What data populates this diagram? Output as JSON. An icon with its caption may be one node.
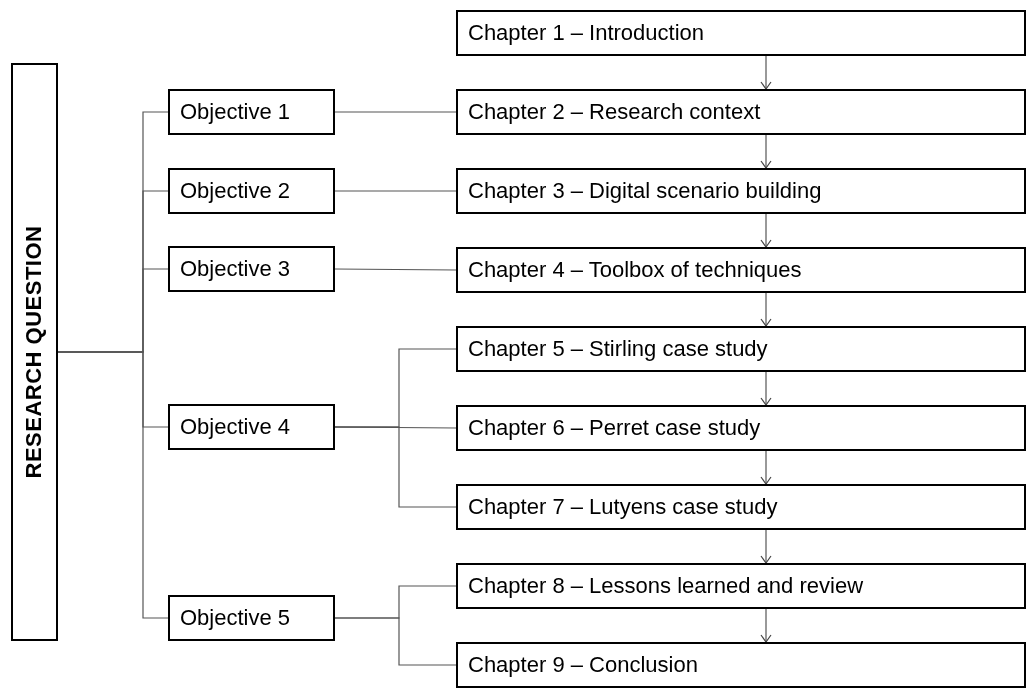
{
  "diagram": {
    "nodes": [
      {
        "text": [
          "RESEARCH QUESTION"
        ]
      },
      {
        "text": [
          "Objective 1"
        ]
      },
      {
        "text": [
          "Objective 2"
        ]
      },
      {
        "text": [
          "Objective 3"
        ]
      },
      {
        "text": [
          "Objective 4"
        ]
      },
      {
        "text": [
          "Objective 5"
        ]
      },
      {
        "text": [
          "Chapter 1 – Introduction"
        ]
      },
      {
        "text": [
          "Chapter 2 – Research context"
        ]
      },
      {
        "text": [
          "Chapter 3 – Digital scenario building"
        ]
      },
      {
        "text": [
          "Chapter 4 – Toolbox of techniques"
        ]
      },
      {
        "text": [
          "Chapter 5 – Stirling case study"
        ]
      },
      {
        "text": [
          "Chapter 6 – Perret case study"
        ]
      },
      {
        "text": [
          "Chapter 7 – Lutyens case study"
        ]
      },
      {
        "text": [
          "Chapter 8 – Lessons learned and review"
        ]
      },
      {
        "text": [
          "Chapter 9 – Conclusion"
        ]
      }
    ],
    "edges": [
      {
        "from": 0,
        "to": 1,
        "arrow": "none"
      },
      {
        "from": 0,
        "to": 2,
        "arrow": "none"
      },
      {
        "from": 0,
        "to": 3,
        "arrow": "none"
      },
      {
        "from": 0,
        "to": 4,
        "arrow": "none"
      },
      {
        "from": 0,
        "to": 5,
        "arrow": "none"
      },
      {
        "from": 1,
        "to": 7,
        "arrow": "none"
      },
      {
        "from": 2,
        "to": 8,
        "arrow": "none"
      },
      {
        "from": 3,
        "to": 9,
        "arrow": "none"
      },
      {
        "from": 4,
        "to": 10,
        "arrow": "none"
      },
      {
        "from": 4,
        "to": 11,
        "arrow": "none"
      },
      {
        "from": 4,
        "to": 12,
        "arrow": "none"
      },
      {
        "from": 5,
        "to": 13,
        "arrow": "none"
      },
      {
        "from": 5,
        "to": 14,
        "arrow": "none"
      },
      {
        "from": 6,
        "to": 7,
        "arrow": "to"
      },
      {
        "from": 7,
        "to": 8,
        "arrow": "to"
      },
      {
        "from": 8,
        "to": 9,
        "arrow": "to"
      },
      {
        "from": 9,
        "to": 10,
        "arrow": "to"
      },
      {
        "from": 10,
        "to": 11,
        "arrow": "to"
      },
      {
        "from": 11,
        "to": 12,
        "arrow": "to"
      },
      {
        "from": 12,
        "to": 13,
        "arrow": "to"
      },
      {
        "from": 13,
        "to": 14,
        "arrow": "to"
      }
    ]
  }
}
